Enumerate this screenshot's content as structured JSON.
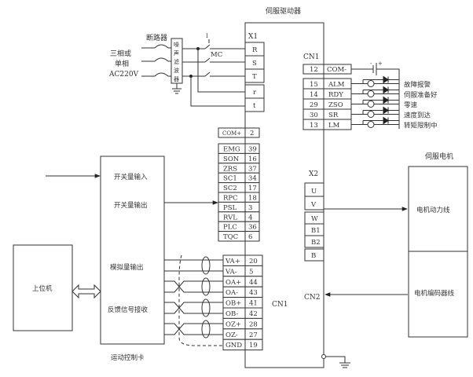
{
  "title": "伺服驱动器",
  "power_input": {
    "label_lines": [
      "三相或",
      "单相",
      "AC220V"
    ],
    "breaker_label": "断路器",
    "filter_chars": [
      "噪",
      "声",
      "滤",
      "波",
      "器"
    ],
    "contactor_label": "MC",
    "switch_label": "I"
  },
  "x1": {
    "label": "X1",
    "terminals": [
      "R",
      "S",
      "T",
      "r",
      "t"
    ]
  },
  "cn1_outputs": {
    "label": "CN1",
    "com": {
      "pin": "12",
      "name": "COM-"
    },
    "pins": [
      {
        "pin": "15",
        "name": "ALM",
        "desc": "故障报警"
      },
      {
        "pin": "14",
        "name": "RDY",
        "desc": "伺服准备好"
      },
      {
        "pin": "29",
        "name": "ZSO",
        "desc": "零速"
      },
      {
        "pin": "30",
        "name": "SR",
        "desc": "速度到达"
      },
      {
        "pin": "13",
        "name": "LM",
        "desc": "转矩限制中"
      }
    ]
  },
  "cn1_inputs": {
    "com": {
      "name": "COM+",
      "pin": "2"
    },
    "pins": [
      {
        "name": "EMG",
        "pin": "39"
      },
      {
        "name": "SON",
        "pin": "16"
      },
      {
        "name": "ZRS",
        "pin": "37"
      },
      {
        "name": "SC1",
        "pin": "34"
      },
      {
        "name": "SC2",
        "pin": "17"
      },
      {
        "name": "RPC",
        "pin": "18"
      },
      {
        "name": "PSL",
        "pin": "3"
      },
      {
        "name": "RVL",
        "pin": "4"
      },
      {
        "name": "PLC",
        "pin": "36"
      },
      {
        "name": "TQC",
        "pin": "6"
      }
    ]
  },
  "cn1_analog": {
    "label": "CN1",
    "pins": [
      {
        "name": "VA+",
        "pin": "20"
      },
      {
        "name": "VA-",
        "pin": "5"
      },
      {
        "name": "OA+",
        "pin": "44"
      },
      {
        "name": "OA-",
        "pin": "43"
      },
      {
        "name": "OB+",
        "pin": "41"
      },
      {
        "name": "OB-",
        "pin": "42"
      },
      {
        "name": "OZ+",
        "pin": "28"
      },
      {
        "name": "OZ-",
        "pin": "27"
      },
      {
        "name": "GND",
        "pin": "19"
      }
    ]
  },
  "x2": {
    "label": "X2",
    "terminals": [
      "U",
      "V",
      "W",
      "B1",
      "B2",
      "B"
    ]
  },
  "cn2_label": "CN2",
  "motor": {
    "title": "伺服电机",
    "power_line": "电机动力线",
    "encoder_line": "电机编码器线"
  },
  "motion_card": {
    "caption": "运动控制卡",
    "digital_in": "开关量输入",
    "digital_out": "开关量输出",
    "analog_out": "模拟量输出",
    "feedback_in": "反馈信号接收"
  },
  "host": {
    "label": "上位机"
  }
}
